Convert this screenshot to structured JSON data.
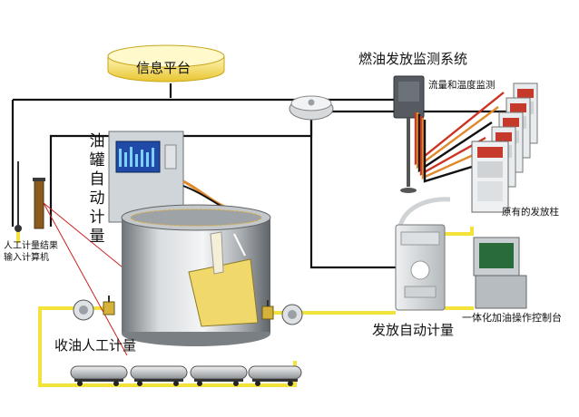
{
  "labels": {
    "info_platform": "信息平台",
    "monitor_system": "燃油发放监测系统",
    "flow_temp_monitor": "流量和温度监测",
    "tank_auto_meter": "油罐自动计量",
    "manual_result": [
      "人工计量结果",
      "输入计算机"
    ],
    "existing_dispenser": "原有的发放柱",
    "dispense_auto_meter": "发放自动计量",
    "integrated_console": "一体化加油操作控制台",
    "unload_manual_meter": "收油人工计量"
  },
  "colors": {
    "signal_line": "#111111",
    "pipe_yellow": "#f2e23a",
    "red_cable": "#cc3322",
    "orange_cable": "#e0892a",
    "platform_yellow": "#f4d84a",
    "tank_silver": "#b8bcc0"
  }
}
